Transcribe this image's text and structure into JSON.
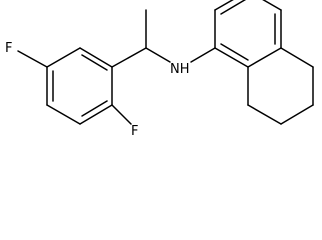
{
  "molecule": {
    "atom_labels": {
      "fluorine_top": "F",
      "fluorine_bottom": "F",
      "amine": "NH"
    }
  }
}
